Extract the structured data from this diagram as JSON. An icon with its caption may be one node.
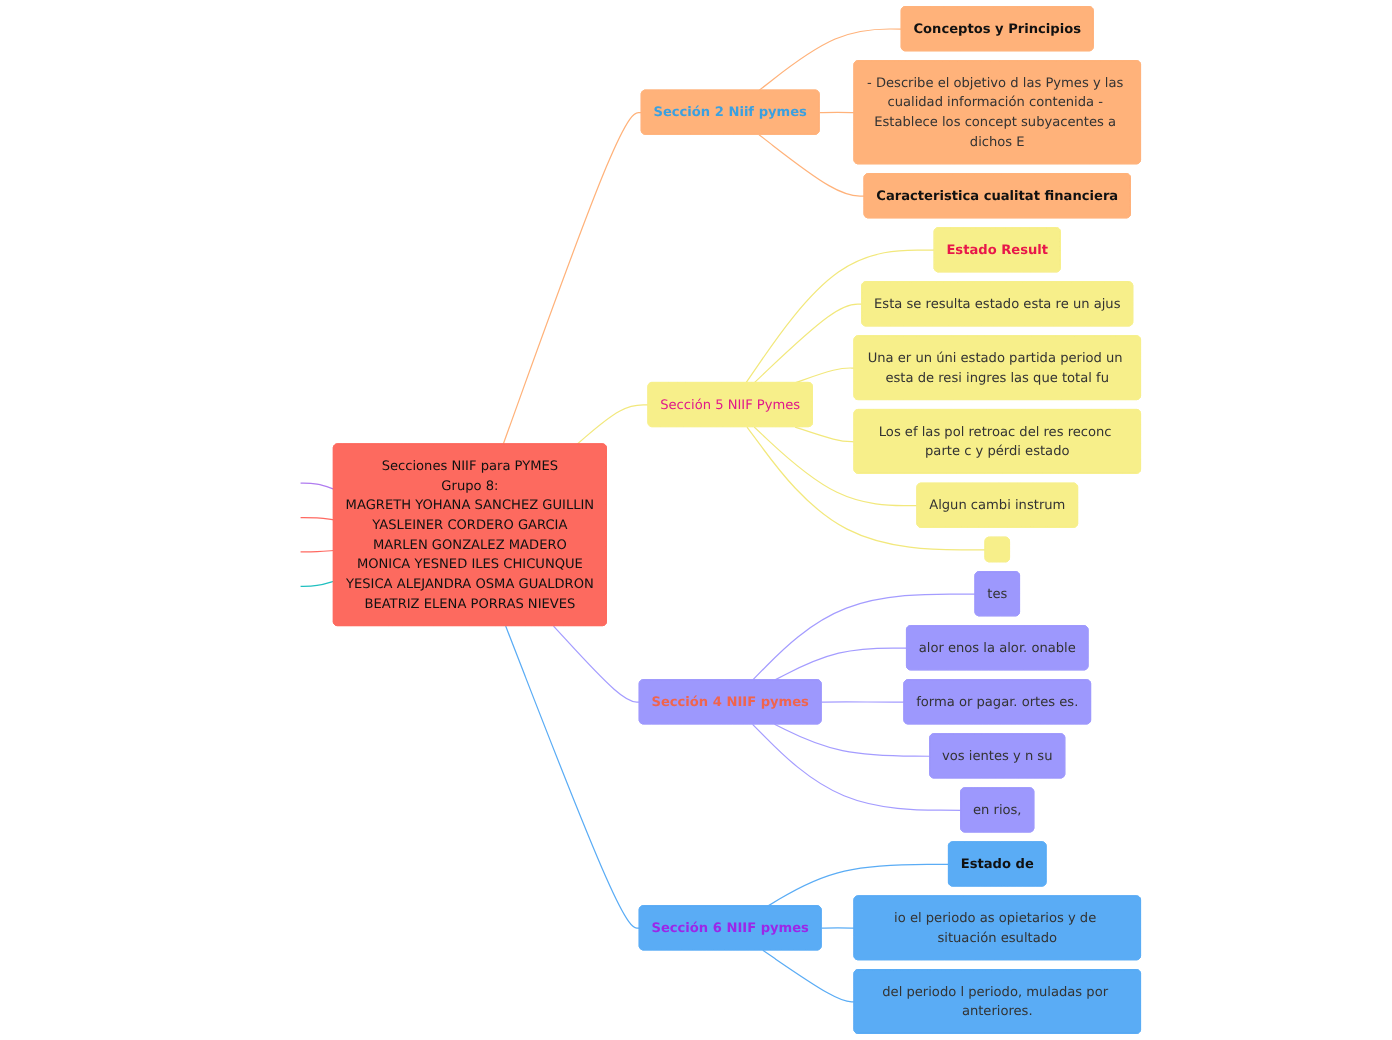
{
  "diagram": {
    "nodes": [
      {
        "text": [
          "Secciones NIIF para PYMES",
          "Grupo 8:",
          "MAGRETH YOHANA SANCHEZ GUILLIN",
          "YASLEINER CORDERO GARCIA",
          "MARLEN GONZALEZ MADERO",
          "MONICA YESNED ILES CHICUNQUE",
          "YESICA ALEJANDRA OSMA GUALDRON",
          "BEATRIZ ELENA PORRAS NIEVES"
        ]
      },
      {
        "text": [
          "Sección 2 Niif pymes"
        ]
      },
      {
        "text": [
          "Conceptos y Principios"
        ]
      },
      {
        "text": [
          "- Describe el objetivo d las Pymes y las cualidad información contenida - Establece los concept subyacentes a dichos E"
        ]
      },
      {
        "text": [
          "Caracteristica cualitat financiera"
        ]
      },
      {
        "text": [
          "Sección 5 NIIF Pymes"
        ]
      },
      {
        "text": [
          "Estado Result"
        ]
      },
      {
        "text": [
          "Esta se resulta estado esta re un ajus"
        ]
      },
      {
        "text": [
          "Una er un úni estado partida period un esta de resi ingres las que total fu"
        ]
      },
      {
        "text": [
          "Los ef las pol retroac del res reconc parte c y pérdi estado"
        ]
      },
      {
        "text": [
          "Algun cambi instrum"
        ]
      },
      {
        "text": [],
        "shape": "box"
      },
      {
        "text": [
          "Sección 4 NIIF pymes"
        ]
      },
      {
        "text": [
          "tes"
        ]
      },
      {
        "text": [
          "alor enos la alor. onable"
        ]
      },
      {
        "text": [
          "forma or pagar. ortes es."
        ]
      },
      {
        "text": [
          "vos ientes y n su"
        ]
      },
      {
        "text": [
          "en rios,"
        ]
      },
      {
        "text": [
          "Sección 6 NIIF pymes"
        ]
      },
      {
        "text": [
          "Estado de"
        ]
      },
      {
        "text": [
          "io el periodo as opietarios y de situación esultado"
        ]
      },
      {
        "text": [
          "del periodo l periodo, muladas por anteriores."
        ]
      }
    ],
    "edges": [
      {
        "from": 0,
        "to": 1,
        "arrow": "none",
        "color": "#ffb27a"
      },
      {
        "from": 1,
        "to": 2,
        "arrow": "none",
        "color": "#ffb27a"
      },
      {
        "from": 1,
        "to": 3,
        "arrow": "none",
        "color": "#ffb27a"
      },
      {
        "from": 1,
        "to": 4,
        "arrow": "none",
        "color": "#ffb27a"
      },
      {
        "from": 0,
        "to": 5,
        "arrow": "none",
        "color": "#f2e87c"
      },
      {
        "from": 5,
        "to": 6,
        "arrow": "none",
        "color": "#f2e87c"
      },
      {
        "from": 5,
        "to": 7,
        "arrow": "none",
        "color": "#f2e87c"
      },
      {
        "from": 5,
        "to": 8,
        "arrow": "none",
        "color": "#f2e87c"
      },
      {
        "from": 5,
        "to": 9,
        "arrow": "none",
        "color": "#f2e87c"
      },
      {
        "from": 5,
        "to": 10,
        "arrow": "none",
        "color": "#f2e87c"
      },
      {
        "from": 5,
        "to": 11,
        "arrow": "none",
        "color": "#f2e87c"
      },
      {
        "from": 0,
        "to": 12,
        "arrow": "none",
        "color": "#a49cff"
      },
      {
        "from": 12,
        "to": 13,
        "arrow": "none",
        "color": "#a49cff"
      },
      {
        "from": 12,
        "to": 14,
        "arrow": "none",
        "color": "#a49cff"
      },
      {
        "from": 12,
        "to": 15,
        "arrow": "none",
        "color": "#a49cff"
      },
      {
        "from": 12,
        "to": 16,
        "arrow": "none",
        "color": "#a49cff"
      },
      {
        "from": 12,
        "to": 17,
        "arrow": "none",
        "color": "#a49cff"
      },
      {
        "from": 0,
        "to": 18,
        "arrow": "none",
        "color": "#5aacf5"
      },
      {
        "from": 18,
        "to": 19,
        "arrow": "none",
        "color": "#5aacf5"
      },
      {
        "from": 18,
        "to": 20,
        "arrow": "none",
        "color": "#5aacf5"
      },
      {
        "from": 18,
        "to": 21,
        "arrow": "none",
        "color": "#5aacf5"
      },
      {
        "from": 0,
        "to": null,
        "arrow": "none",
        "color": "#b07cf0"
      },
      {
        "from": 0,
        "to": null,
        "arrow": "none",
        "color": "#ff6961"
      },
      {
        "from": 0,
        "to": null,
        "arrow": "none",
        "color": "#ff6961"
      },
      {
        "from": 0,
        "to": null,
        "arrow": "none",
        "color": "#20c0c0"
      }
    ]
  }
}
